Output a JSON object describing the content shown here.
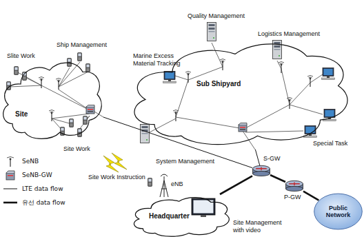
{
  "diagram": {
    "nodes": [
      {
        "text": [
          "Site"
        ]
      },
      {
        "text": [
          "Sub Shipyard"
        ]
      },
      {
        "text": [
          "Headquarter"
        ]
      },
      {
        "text": [
          "S-GW"
        ]
      },
      {
        "text": [
          "P-GW"
        ]
      },
      {
        "text": [
          "Public Network"
        ]
      }
    ],
    "edges": [
      {
        "from": 0,
        "to": 3,
        "arrow": "none"
      },
      {
        "from": 1,
        "to": 3,
        "arrow": "none"
      },
      {
        "from": 2,
        "to": 3,
        "arrow": "none"
      },
      {
        "from": 3,
        "to": 4,
        "arrow": "none"
      },
      {
        "from": 4,
        "to": 5,
        "arrow": "none"
      }
    ],
    "labels": [
      "Slite Work",
      "Ship Management",
      "Site Work",
      "Quality Management",
      "Logistics Management",
      "Marine Excess Material Tracking",
      "Special Task",
      "System Management",
      "Site Work Instruction",
      "eNB",
      "Site Management with video"
    ],
    "legend": [
      {
        "text": "SeNB"
      },
      {
        "text": "SeNB-GW"
      },
      {
        "text": "LTE data flow"
      },
      {
        "text": "유선 data flow"
      }
    ]
  }
}
